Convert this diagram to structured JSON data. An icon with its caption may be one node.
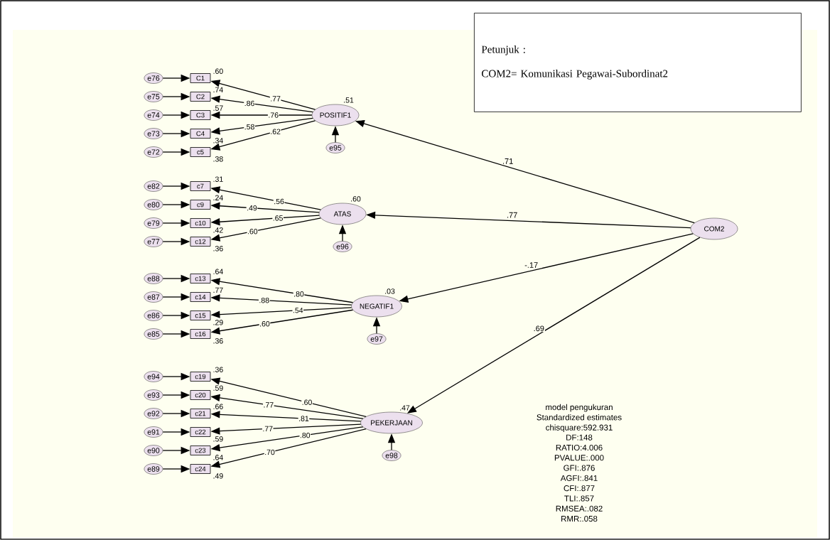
{
  "diagram": {
    "nodes": [
      {
        "text": [
          "Petunjuk :",
          "COM2= Komunikasi Pegawai-Subordinat2"
        ]
      },
      {
        "text": [
          "POSITIF1"
        ],
        "beside": [
          ".51"
        ]
      },
      {
        "text": [
          "e95"
        ]
      },
      {
        "text": [
          "C1"
        ],
        "beside": [
          ".60"
        ]
      },
      {
        "text": [
          "C2"
        ],
        "beside": [
          ".74"
        ]
      },
      {
        "text": [
          "C3"
        ],
        "beside": [
          ".57"
        ]
      },
      {
        "text": [
          "C4"
        ],
        "beside": [
          ".34"
        ]
      },
      {
        "text": [
          "c5"
        ],
        "beside": [
          ".38"
        ]
      },
      {
        "text": [
          "e76"
        ]
      },
      {
        "text": [
          "e75"
        ]
      },
      {
        "text": [
          "e74"
        ]
      },
      {
        "text": [
          "e73"
        ]
      },
      {
        "text": [
          "e72"
        ]
      },
      {
        "text": [
          "ATAS"
        ],
        "beside": [
          ".60"
        ]
      },
      {
        "text": [
          "e96"
        ]
      },
      {
        "text": [
          "c7"
        ],
        "beside": [
          ".31"
        ]
      },
      {
        "text": [
          "c9"
        ],
        "beside": [
          ".24"
        ]
      },
      {
        "text": [
          "c10"
        ],
        "beside": [
          ".42"
        ]
      },
      {
        "text": [
          "c12"
        ],
        "beside": [
          ".36"
        ]
      },
      {
        "text": [
          "e82"
        ]
      },
      {
        "text": [
          "e80"
        ]
      },
      {
        "text": [
          "e79"
        ]
      },
      {
        "text": [
          "e77"
        ]
      },
      {
        "text": [
          "NEGATIF1"
        ],
        "beside": [
          ".03"
        ]
      },
      {
        "text": [
          "e97"
        ]
      },
      {
        "text": [
          "c13"
        ],
        "beside": [
          ".64"
        ]
      },
      {
        "text": [
          "c14"
        ],
        "beside": [
          ".77"
        ]
      },
      {
        "text": [
          "c15"
        ],
        "beside": [
          ".29"
        ]
      },
      {
        "text": [
          "c16"
        ],
        "beside": [
          ".36"
        ]
      },
      {
        "text": [
          "e88"
        ]
      },
      {
        "text": [
          "e87"
        ]
      },
      {
        "text": [
          "e86"
        ]
      },
      {
        "text": [
          "e85"
        ]
      },
      {
        "text": [
          "PEKERJAAN"
        ],
        "beside": [
          ".47"
        ]
      },
      {
        "text": [
          "e98"
        ]
      },
      {
        "text": [
          "c19"
        ],
        "beside": [
          ".36"
        ]
      },
      {
        "text": [
          "c20"
        ],
        "beside": [
          ".59"
        ]
      },
      {
        "text": [
          "c21"
        ],
        "beside": [
          ".66"
        ]
      },
      {
        "text": [
          "c22"
        ],
        "beside": [
          ".59"
        ]
      },
      {
        "text": [
          "c23"
        ],
        "beside": [
          ".64"
        ]
      },
      {
        "text": [
          "c24"
        ],
        "beside": [
          ".49"
        ]
      },
      {
        "text": [
          "e94"
        ]
      },
      {
        "text": [
          "e93"
        ]
      },
      {
        "text": [
          "e92"
        ]
      },
      {
        "text": [
          "e91"
        ]
      },
      {
        "text": [
          "e90"
        ]
      },
      {
        "text": [
          "e89"
        ]
      },
      {
        "text": [
          "COM2"
        ]
      }
    ],
    "edges": [
      {
        "from": 47,
        "to": 1,
        "arrow": "to",
        "label": ".71"
      },
      {
        "from": 47,
        "to": 13,
        "arrow": "to",
        "label": ".77"
      },
      {
        "from": 47,
        "to": 23,
        "arrow": "to",
        "label": "-.17"
      },
      {
        "from": 47,
        "to": 33,
        "arrow": "to",
        "label": ".69"
      },
      {
        "from": 2,
        "to": 1,
        "arrow": "to"
      },
      {
        "from": 1,
        "to": 3,
        "arrow": "to",
        "label": ".77"
      },
      {
        "from": 1,
        "to": 4,
        "arrow": "to",
        "label": ".86"
      },
      {
        "from": 1,
        "to": 5,
        "arrow": "to",
        "label": ".76"
      },
      {
        "from": 1,
        "to": 6,
        "arrow": "to",
        "label": ".58"
      },
      {
        "from": 1,
        "to": 7,
        "arrow": "to",
        "label": ".62"
      },
      {
        "from": 8,
        "to": 3,
        "arrow": "to"
      },
      {
        "from": 9,
        "to": 4,
        "arrow": "to"
      },
      {
        "from": 10,
        "to": 5,
        "arrow": "to"
      },
      {
        "from": 11,
        "to": 6,
        "arrow": "to"
      },
      {
        "from": 12,
        "to": 7,
        "arrow": "to"
      },
      {
        "from": 14,
        "to": 13,
        "arrow": "to"
      },
      {
        "from": 13,
        "to": 15,
        "arrow": "to",
        "label": ".56"
      },
      {
        "from": 13,
        "to": 16,
        "arrow": "to",
        "label": ".49"
      },
      {
        "from": 13,
        "to": 17,
        "arrow": "to",
        "label": ".65"
      },
      {
        "from": 13,
        "to": 18,
        "arrow": "to",
        "label": ".60"
      },
      {
        "from": 19,
        "to": 15,
        "arrow": "to"
      },
      {
        "from": 20,
        "to": 16,
        "arrow": "to"
      },
      {
        "from": 21,
        "to": 17,
        "arrow": "to"
      },
      {
        "from": 22,
        "to": 18,
        "arrow": "to"
      },
      {
        "from": 24,
        "to": 23,
        "arrow": "to"
      },
      {
        "from": 23,
        "to": 25,
        "arrow": "to",
        "label": ".80"
      },
      {
        "from": 23,
        "to": 26,
        "arrow": "to",
        "label": ".88"
      },
      {
        "from": 23,
        "to": 27,
        "arrow": "to",
        "label": ".54"
      },
      {
        "from": 23,
        "to": 28,
        "arrow": "to",
        "label": ".60"
      },
      {
        "from": 29,
        "to": 25,
        "arrow": "to"
      },
      {
        "from": 30,
        "to": 26,
        "arrow": "to"
      },
      {
        "from": 31,
        "to": 27,
        "arrow": "to"
      },
      {
        "from": 32,
        "to": 28,
        "arrow": "to"
      },
      {
        "from": 34,
        "to": 33,
        "arrow": "to"
      },
      {
        "from": 33,
        "to": 35,
        "arrow": "to",
        "label": ".60"
      },
      {
        "from": 33,
        "to": 36,
        "arrow": "to",
        "label": ".77"
      },
      {
        "from": 33,
        "to": 37,
        "arrow": "to",
        "label": ".81"
      },
      {
        "from": 33,
        "to": 38,
        "arrow": "to",
        "label": ".77"
      },
      {
        "from": 33,
        "to": 39,
        "arrow": "to",
        "label": ".80"
      },
      {
        "from": 33,
        "to": 40,
        "arrow": "to",
        "label": ".70"
      },
      {
        "from": 41,
        "to": 35,
        "arrow": "to"
      },
      {
        "from": 42,
        "to": 36,
        "arrow": "to"
      },
      {
        "from": 43,
        "to": 37,
        "arrow": "to"
      },
      {
        "from": 44,
        "to": 38,
        "arrow": "to"
      },
      {
        "from": 45,
        "to": 39,
        "arrow": "to"
      },
      {
        "from": 46,
        "to": 40,
        "arrow": "to"
      }
    ],
    "labels": [
      "model pengukuran",
      "Standardized estimates",
      "chisquare:592.931",
      "DF:148",
      "RATIO:4.006",
      "PVALUE:.000",
      "GFI:.876",
      "AGFI:.841",
      "CFI:.877",
      "TLI:.857",
      "RMSEA:.082",
      "RMR:.058"
    ]
  }
}
